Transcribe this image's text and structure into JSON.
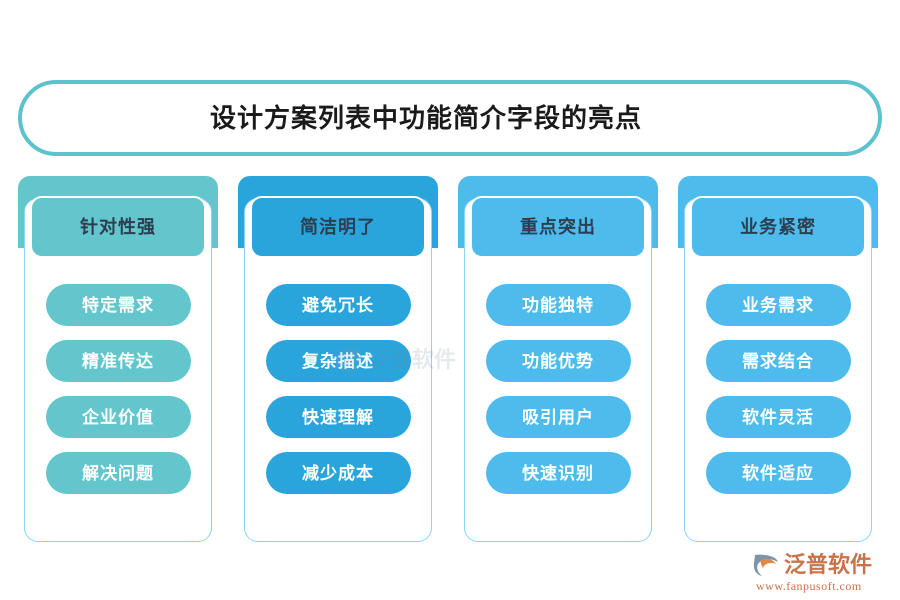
{
  "title": {
    "text": "设计方案列表中功能简介字段的亮点"
  },
  "theme": {
    "title_border": "#5cc3ce",
    "card_border": "#8ed4f0"
  },
  "columns": [
    {
      "header": "针对性强",
      "color": "#63c6cc",
      "pill_color": "#63c6cc",
      "items": [
        "特定需求",
        "精准传达",
        "企业价值",
        "解决问题"
      ]
    },
    {
      "header": "简洁明了",
      "color": "#2aa5dc",
      "pill_color": "#2aa5dc",
      "items": [
        "避免冗长",
        "复杂描述",
        "快速理解",
        "减少成本"
      ]
    },
    {
      "header": "重点突出",
      "color": "#4dbcec",
      "pill_color": "#4dbcec",
      "items": [
        "功能独特",
        "功能优势",
        "吸引用户",
        "快速识别"
      ]
    },
    {
      "header": "业务紧密",
      "color": "#4dbcec",
      "pill_color": "#4dbcec",
      "items": [
        "业务需求",
        "需求结合",
        "软件灵活",
        "软件适应"
      ]
    }
  ],
  "watermark": {
    "text": "泛普软件"
  },
  "logo": {
    "name": "泛普软件",
    "url": "www.fanpusoft.com",
    "color": "#c8734a"
  }
}
